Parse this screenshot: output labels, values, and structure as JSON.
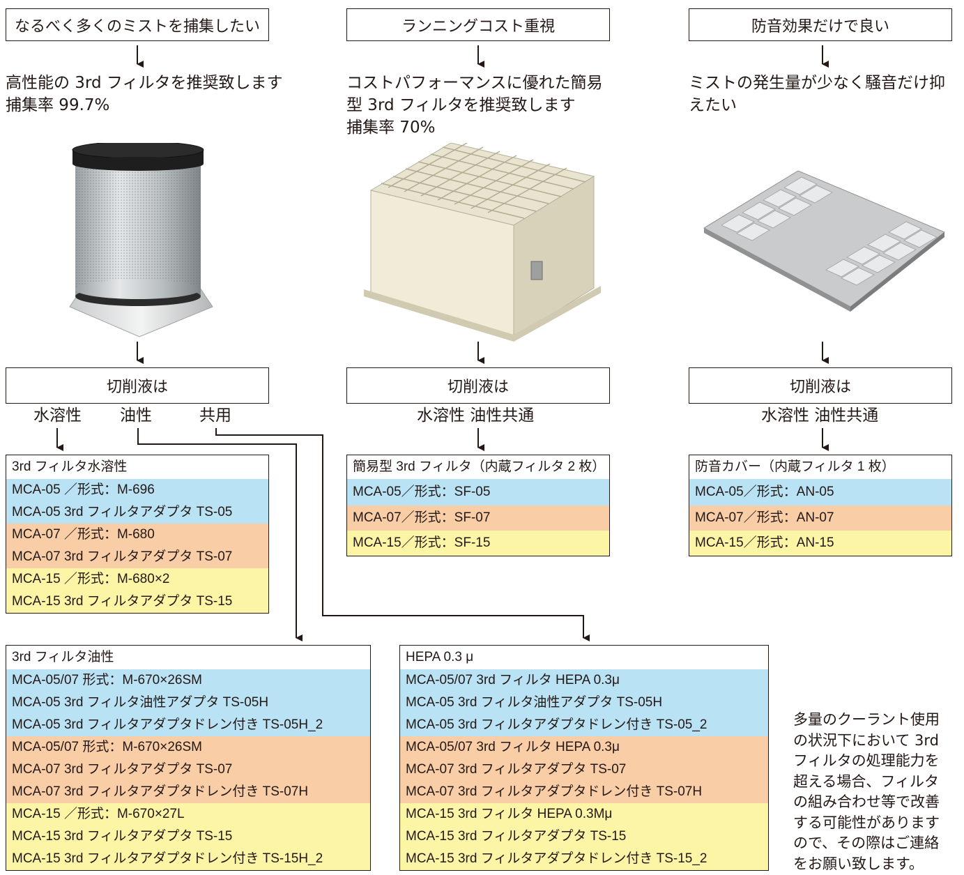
{
  "columns": [
    {
      "condition": "なるべく多くのミストを捕集したい",
      "description": [
        "高性能の 3rd フィルタを推奨致します",
        "捕集率 99.7%"
      ],
      "image": "cylindrical-filter-image",
      "fluid_box": "切削液は",
      "fluid_options": [
        "水溶性",
        "油性",
        "共用"
      ]
    },
    {
      "condition": "ランニングコスト重視",
      "description": [
        "コストパフォーマンスに優れた簡易",
        "型 3rd フィルタを推奨致します",
        "捕集率 70%"
      ],
      "image": "box-filter-image",
      "fluid_box": "切削液は",
      "fluid_options": [
        "水溶性 油性共通"
      ]
    },
    {
      "condition": "防音効果だけで良い",
      "description": [
        "ミストの発生量が少なく騒音だけ抑",
        "えたい"
      ],
      "image": "cover-plate-image",
      "fluid_box": "切削液は",
      "fluid_options": [
        "水溶性 油性共通"
      ]
    }
  ],
  "tables": {
    "water": {
      "title": "3rd フィルタ水溶性",
      "groups": [
        {
          "color": "blue",
          "lines": [
            "MCA-05 ／形式：M-696",
            "MCA-05 3rd フィルタアダプタ TS-05"
          ]
        },
        {
          "color": "orange",
          "lines": [
            "MCA-07 ／形式：M-680",
            "MCA-07 3rd フィルタアダプタ TS-07"
          ]
        },
        {
          "color": "yellow",
          "lines": [
            "MCA-15 ／形式：M-680×2",
            "MCA-15 3rd フィルタアダプタ TS-15"
          ]
        }
      ]
    },
    "simple": {
      "title": "簡易型 3rd フィルタ（内蔵フィルタ 2 枚）",
      "groups": [
        {
          "color": "blue",
          "lines": [
            "MCA-05／形式：SF-05"
          ]
        },
        {
          "color": "orange",
          "lines": [
            "MCA-07／形式：SF-07"
          ]
        },
        {
          "color": "yellow",
          "lines": [
            "MCA-15／形式：SF-15"
          ]
        }
      ]
    },
    "cover": {
      "title": "防音カバー（内蔵フィルタ 1 枚）",
      "groups": [
        {
          "color": "blue",
          "lines": [
            "MCA-05／形式：AN-05"
          ]
        },
        {
          "color": "orange",
          "lines": [
            "MCA-07／形式：AN-07"
          ]
        },
        {
          "color": "yellow",
          "lines": [
            "MCA-15／形式：AN-15"
          ]
        }
      ]
    },
    "oil": {
      "title": "3rd フィルタ油性",
      "groups": [
        {
          "color": "blue",
          "lines": [
            "MCA-05/07 形式：M-670×26SM",
            "MCA-05 3rd フィルタ油性アダプタ TS-05H",
            "MCA-05 3rd フィルタアダプタドレン付き TS-05H_2"
          ]
        },
        {
          "color": "orange",
          "lines": [
            "MCA-05/07 形式：M-670×26SM",
            "MCA-07 3rd フィルタアダプタ TS-07",
            "MCA-07 3rd フィルタアダプタドレン付き TS-07H"
          ]
        },
        {
          "color": "yellow",
          "lines": [
            "MCA-15 ／形式：M-670×27L",
            "MCA-15 3rd フィルタアダプタ TS-15",
            "MCA-15 3rd フィルタアダプタドレン付き TS-15H_2"
          ]
        }
      ]
    },
    "hepa": {
      "title": "HEPA 0.3 μ",
      "groups": [
        {
          "color": "blue",
          "lines": [
            "MCA-05/07 3rd フィルタ HEPA 0.3μ",
            "MCA-05 3rd フィルタ油性アダプタ TS-05H",
            "MCA-05 3rd フィルタアダプタドレン付き TS-05_2"
          ]
        },
        {
          "color": "orange",
          "lines": [
            "MCA-05/07 3rd フィルタ HEPA 0.3μ",
            "MCA-07 3rd フィルタアダプタ TS-07",
            "MCA-07 3rd フィルタアダプタドレン付き TS-07H"
          ]
        },
        {
          "color": "yellow",
          "lines": [
            "MCA-15 3rd フィルタ HEPA 0.3Mμ",
            "MCA-15 3rd フィルタアダプタ TS-15",
            "MCA-15 3rd フィルタアダプタドレン付き TS-15_2"
          ]
        }
      ]
    }
  },
  "note": [
    "多量のクーラント使用",
    "の状況下において 3rd",
    "フィルタの処理能力を",
    "超える場合、フィルタ",
    "の組み合わせ等で改善",
    "する可能性があります",
    "ので、その際はご連絡",
    "をお願い致します。"
  ],
  "colors": {
    "blue": "#b9e2f4",
    "orange": "#f9cda6",
    "yellow": "#fdf5a6",
    "line": "#231815"
  }
}
